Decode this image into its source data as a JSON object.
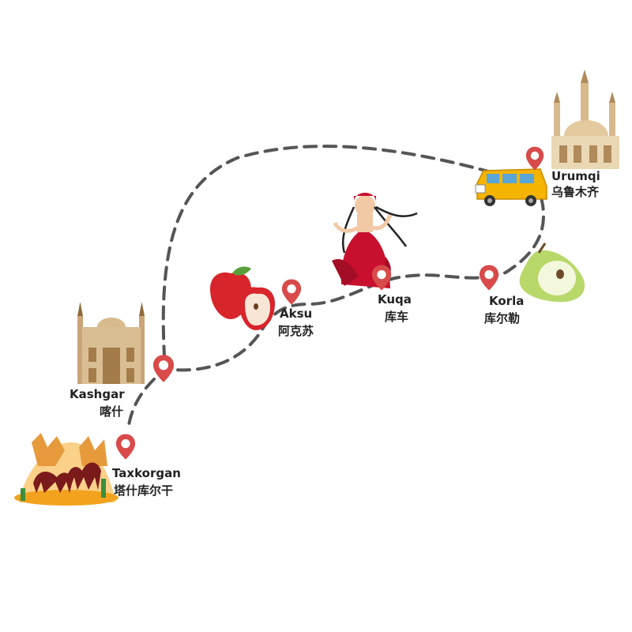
{
  "route": {
    "stops": [
      {
        "id": "urumqi",
        "name_en": "Urumqi",
        "name_zh": "乌鲁木齐",
        "icon": "mosque-icon"
      },
      {
        "id": "korla",
        "name_en": "Korla",
        "name_zh": "库尔勒",
        "icon": "pear-icon"
      },
      {
        "id": "kuqa",
        "name_en": "Kuqa",
        "name_zh": "库车",
        "icon": "dancer-icon"
      },
      {
        "id": "aksu",
        "name_en": "Aksu",
        "name_zh": "阿克苏",
        "icon": "apple-icon"
      },
      {
        "id": "kashgar",
        "name_en": "Kashgar",
        "name_zh": "喀什",
        "icon": "mosque-icon"
      },
      {
        "id": "taxkorgan",
        "name_en": "Taxkorgan",
        "name_zh": "塔什库尔干",
        "icon": "camel-desert-icon"
      }
    ]
  },
  "colors": {
    "pin": "#d94a4a",
    "route": "#555555",
    "van": "#f4b400",
    "apple": "#d8242b",
    "pear": "#b8d86a",
    "mosque": "#c9a577",
    "desert": "#f3a21d",
    "dress": "#c8102e"
  }
}
